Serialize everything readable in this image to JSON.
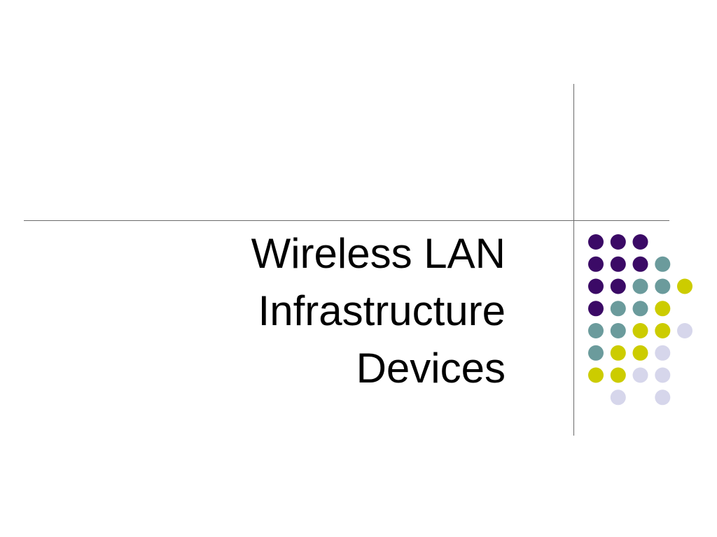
{
  "slide": {
    "title_lines": [
      "Wireless LAN",
      "Infrastructure",
      "Devices"
    ]
  },
  "colors": {
    "purple": "#3b0a66",
    "teal": "#6b9b9c",
    "yellow": "#cccc00",
    "lavender": "#d6d6eb",
    "line": "#6b6b6b"
  },
  "dot_grid": {
    "rows": [
      [
        "purple",
        "purple",
        "purple",
        null,
        null
      ],
      [
        "purple",
        "purple",
        "purple",
        "teal",
        null
      ],
      [
        "purple",
        "purple",
        "teal",
        "teal",
        "yellow"
      ],
      [
        "purple",
        "teal",
        "teal",
        "yellow",
        null
      ],
      [
        "teal",
        "teal",
        "yellow",
        "yellow",
        "lavender"
      ],
      [
        "teal",
        "yellow",
        "yellow",
        "lavender",
        null
      ],
      [
        "yellow",
        "yellow",
        "lavender",
        "lavender",
        null
      ],
      [
        null,
        "lavender",
        null,
        "lavender",
        null
      ]
    ]
  }
}
